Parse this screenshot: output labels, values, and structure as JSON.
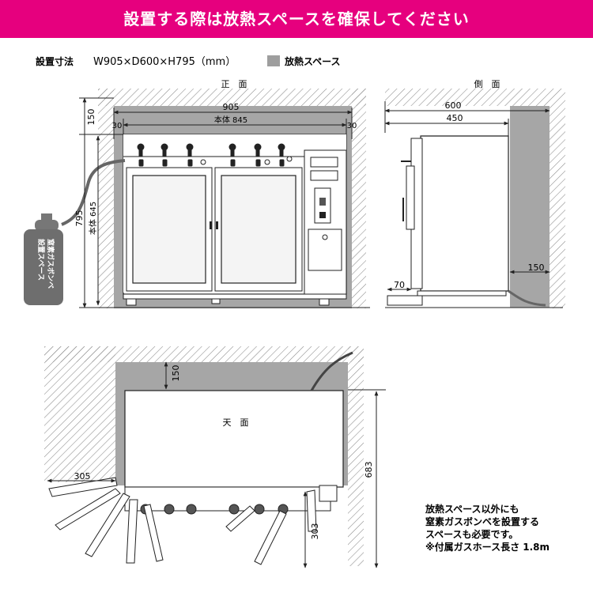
{
  "banner": {
    "title": "設置する際は放熱スペースを確保してください"
  },
  "legend": {
    "size_label": "設置寸法",
    "size_value": "W905×D600×H795（mm）",
    "heat_space_label": "放熱スペース",
    "heat_space_color": "#9e9e9e"
  },
  "front_view": {
    "title": "正　面",
    "dim_total_width": "905",
    "dim_body_width": "本体 845",
    "dim_side_left": "30",
    "dim_side_right": "30",
    "dim_top_space": "150",
    "dim_total_height": "795",
    "dim_body_height": "本体 645"
  },
  "gas_cylinder": {
    "label": "窒素ガスボンベ\n設置スペース"
  },
  "side_view": {
    "title": "側　面",
    "dim_total_depth": "600",
    "dim_body_depth": "450",
    "dim_back_space": "150",
    "dim_front_offset": "70"
  },
  "top_view": {
    "title": "天　面",
    "dim_top_space": "150",
    "dim_depth": "683",
    "dim_left_space": "305",
    "dim_front_space": "303"
  },
  "note": {
    "line1": "放熱スペース以外にも",
    "line2": "窒素ガスボンベを設置する",
    "line3": "スペースも必要です。",
    "line4": "※付属ガスホース長さ 1.8m"
  },
  "colors": {
    "accent": "#e6007e",
    "hatch": "#8a8a8a",
    "gray_space": "#a6a6a6",
    "line": "#222222"
  }
}
